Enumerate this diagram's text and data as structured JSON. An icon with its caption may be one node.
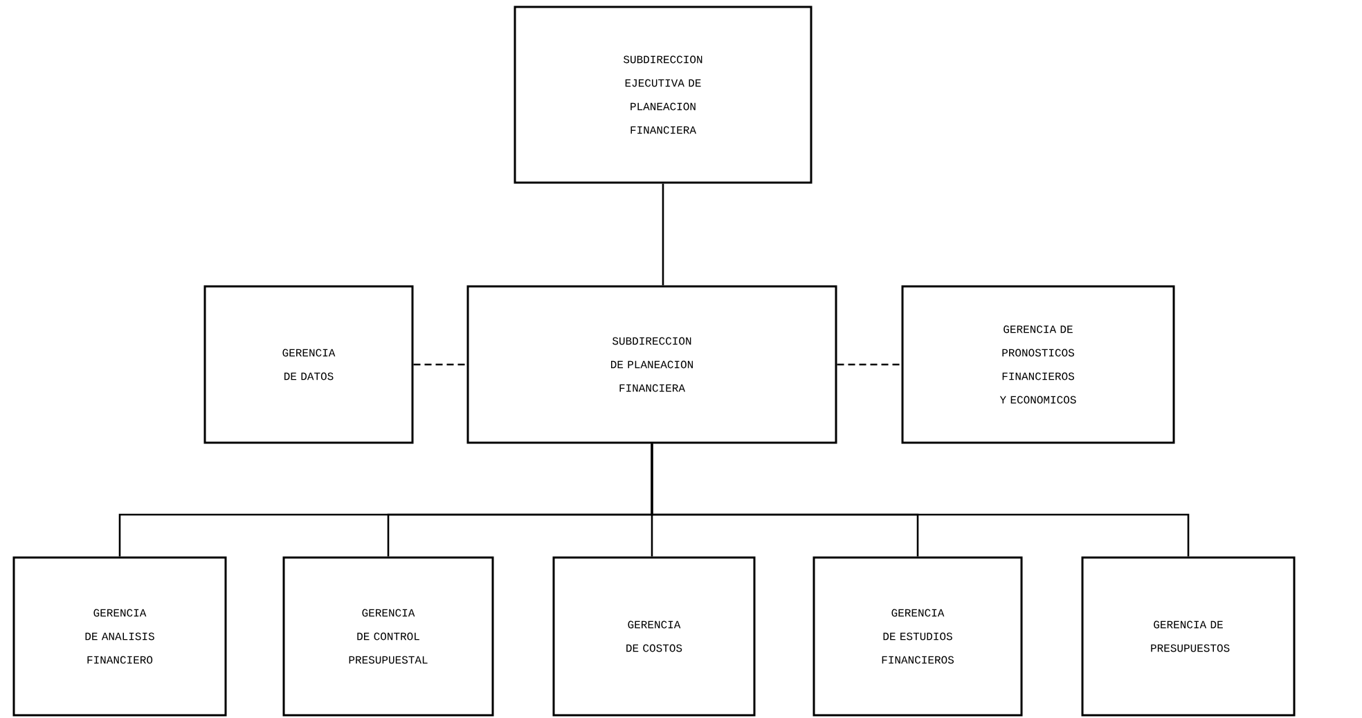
{
  "diagram": {
    "nodes": [
      {
        "text": [
          "SUBDIRECCION EJECUTIVA DE PLANEACION FINANCIERA"
        ]
      },
      {
        "text": [
          "GERENCIA DE DATOS"
        ]
      },
      {
        "text": [
          "SUBDIRECCION DE PLANEACION FINANCIERA"
        ]
      },
      {
        "text": [
          "GERENCIA DE PRONOSTICOS FINANCIEROS Y ECONOMICOS"
        ]
      },
      {
        "text": [
          "GERENCIA DE ANALISIS FINANCIERO"
        ]
      },
      {
        "text": [
          "GERENCIA DE CONTROL PRESUPUESTAL"
        ]
      },
      {
        "text": [
          "GERENCIA DE COSTOS"
        ]
      },
      {
        "text": [
          "GERENCIA DE ESTUDIOS FINANCIEROS"
        ]
      },
      {
        "text": [
          "GERENCIA DE PRESUPUESTOS"
        ]
      }
    ],
    "edges": [
      {
        "from": 0,
        "to": 2,
        "arrow": "none"
      },
      {
        "from": 1,
        "to": 2,
        "arrow": "none",
        "style": "dashed"
      },
      {
        "from": 2,
        "to": 3,
        "arrow": "none",
        "style": "dashed"
      },
      {
        "from": 2,
        "to": 4,
        "arrow": "none"
      },
      {
        "from": 2,
        "to": 5,
        "arrow": "none"
      },
      {
        "from": 2,
        "to": 6,
        "arrow": "none"
      },
      {
        "from": 2,
        "to": 7,
        "arrow": "none"
      },
      {
        "from": 2,
        "to": 8,
        "arrow": "none"
      }
    ]
  }
}
